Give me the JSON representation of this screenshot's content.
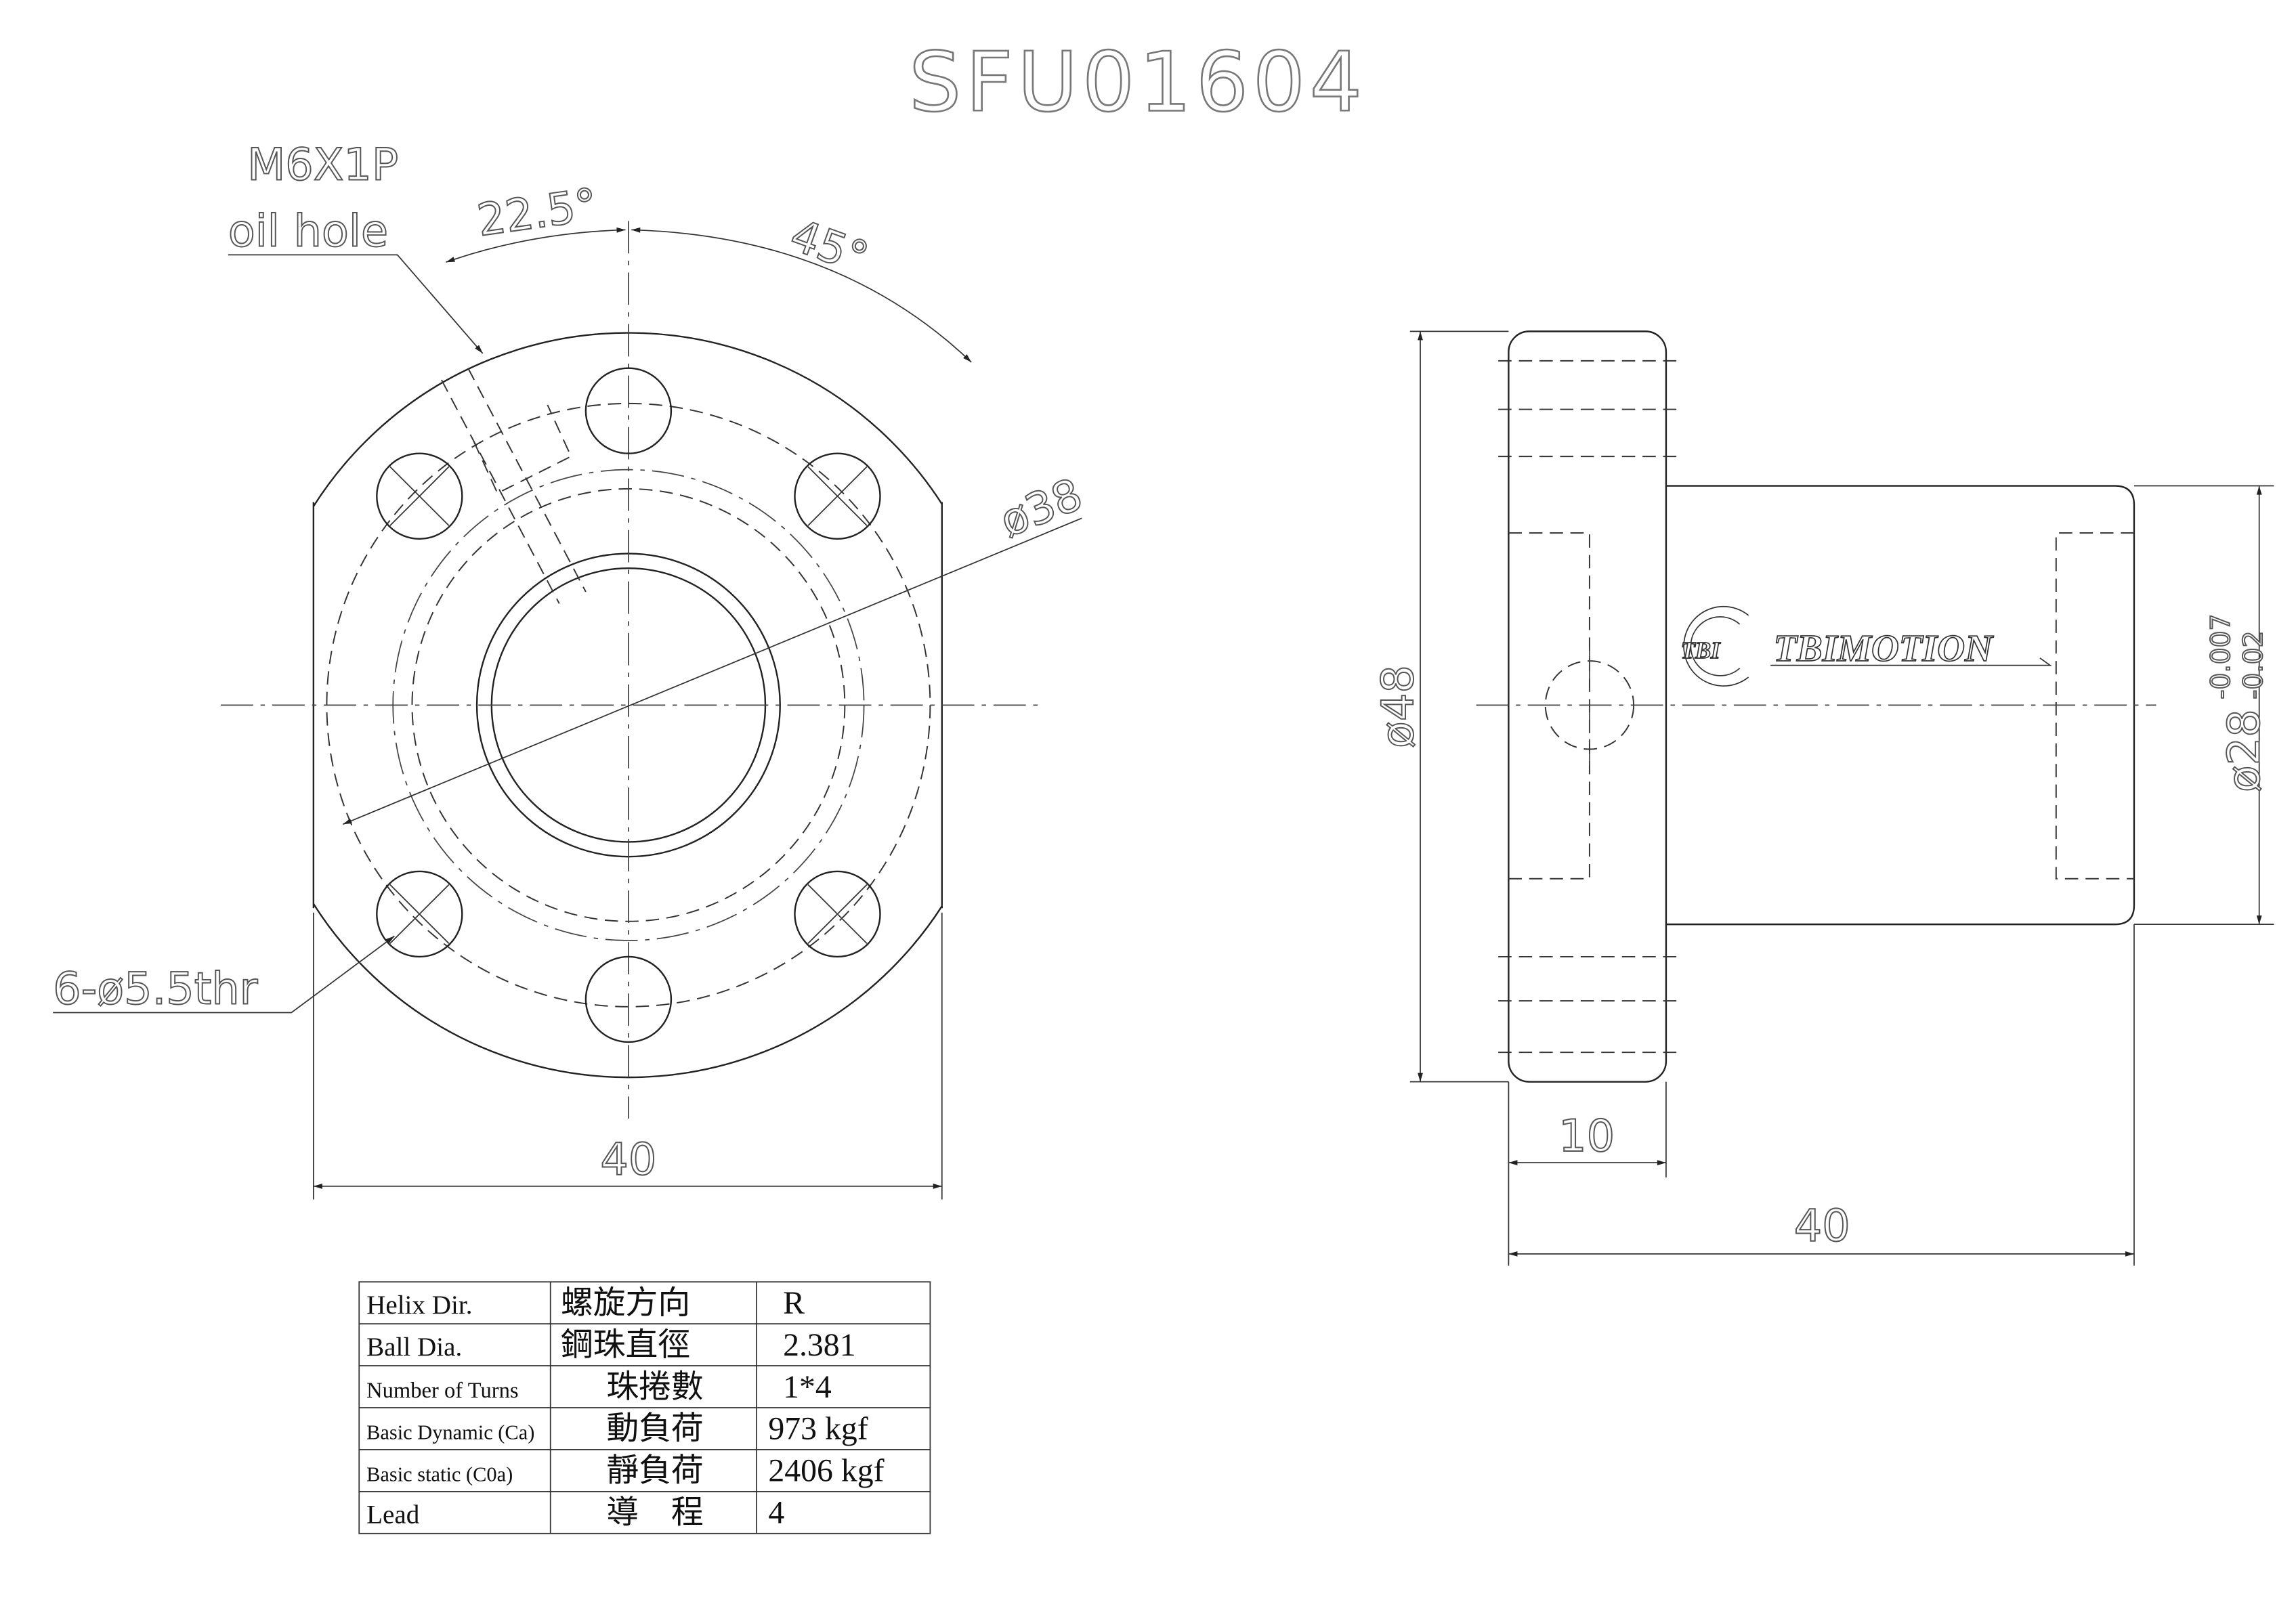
{
  "title": "SFU01604",
  "front_view": {
    "oil_hole_thread": "M6X1P",
    "oil_hole_label": "oil hole",
    "angle_oil_hole": "22.5°",
    "angle_bolt": "45°",
    "pcd": "ø38",
    "bolt_holes": "6-ø5.5thr",
    "flat_width": "40"
  },
  "side_view": {
    "flange_dia": "ø48",
    "body_dia": "ø28",
    "body_tol_upper": "-0.007",
    "body_tol_lower": "-0.02",
    "flange_thickness": "10",
    "overall_length": "40",
    "logo_mark": "TBI",
    "logo_text": "TBIMOTION"
  },
  "spec_table": {
    "rows": [
      {
        "en": "Helix  Dir.",
        "zh": "螺旋方向",
        "value": "R"
      },
      {
        "en": "Ball Dia.",
        "zh": "鋼珠直徑",
        "value": "2.381"
      },
      {
        "en": "Number of Turns",
        "zh": "珠捲數",
        "value": "1*4"
      },
      {
        "en": "Basic Dynamic (Ca)",
        "zh": "動負荷",
        "value": "973   kgf"
      },
      {
        "en": "Basic static (C0a)",
        "zh": "靜負荷",
        "value": "2406 kgf"
      },
      {
        "en": "Lead",
        "zh": "導　程",
        "value": "4"
      }
    ]
  }
}
